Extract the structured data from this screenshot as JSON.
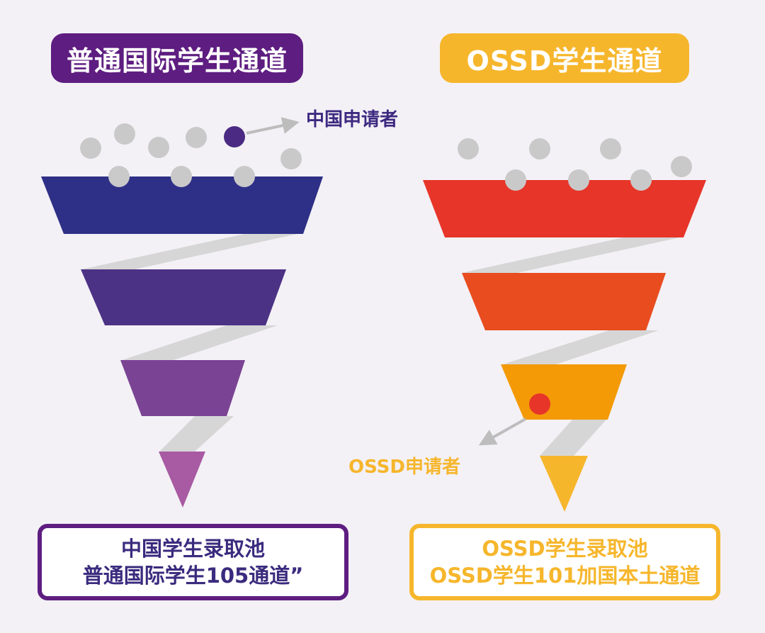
{
  "left": {
    "title": "普通国际学生通道",
    "applicant_label": "中国申请者",
    "pool_line1": "中国学生录取池",
    "pool_line2": "普通国际学生105通道”",
    "colors": {
      "title_bg": "#5e1d80",
      "tiers": [
        "#2e2f86",
        "#4c3285",
        "#7a4394",
        "#a85aa2"
      ],
      "highlight_dot": "#4a2a82",
      "label_text": "#3d2a80",
      "box_border": "#5e1d80",
      "box_text": "#3b2b7e"
    }
  },
  "right": {
    "title": "OSSD学生通道",
    "applicant_label": "OSSD申请者",
    "pool_line1": "OSSD学生录取池",
    "pool_line2": "OSSD学生101加国本土通道",
    "colors": {
      "title_bg": "#f6b62c",
      "tiers": [
        "#e73529",
        "#e84c1f",
        "#f39a06",
        "#f6b62c"
      ],
      "highlight_dot": "#e73529",
      "label_text": "#f6b62c",
      "box_border": "#f6b62c",
      "box_text": "#f6b62c"
    }
  },
  "colors": {
    "background": "#f3f1f6",
    "grey_dot": "#c9c9c9",
    "ribbon": "#d6d6d6",
    "arrow": "#bdbdbd"
  }
}
